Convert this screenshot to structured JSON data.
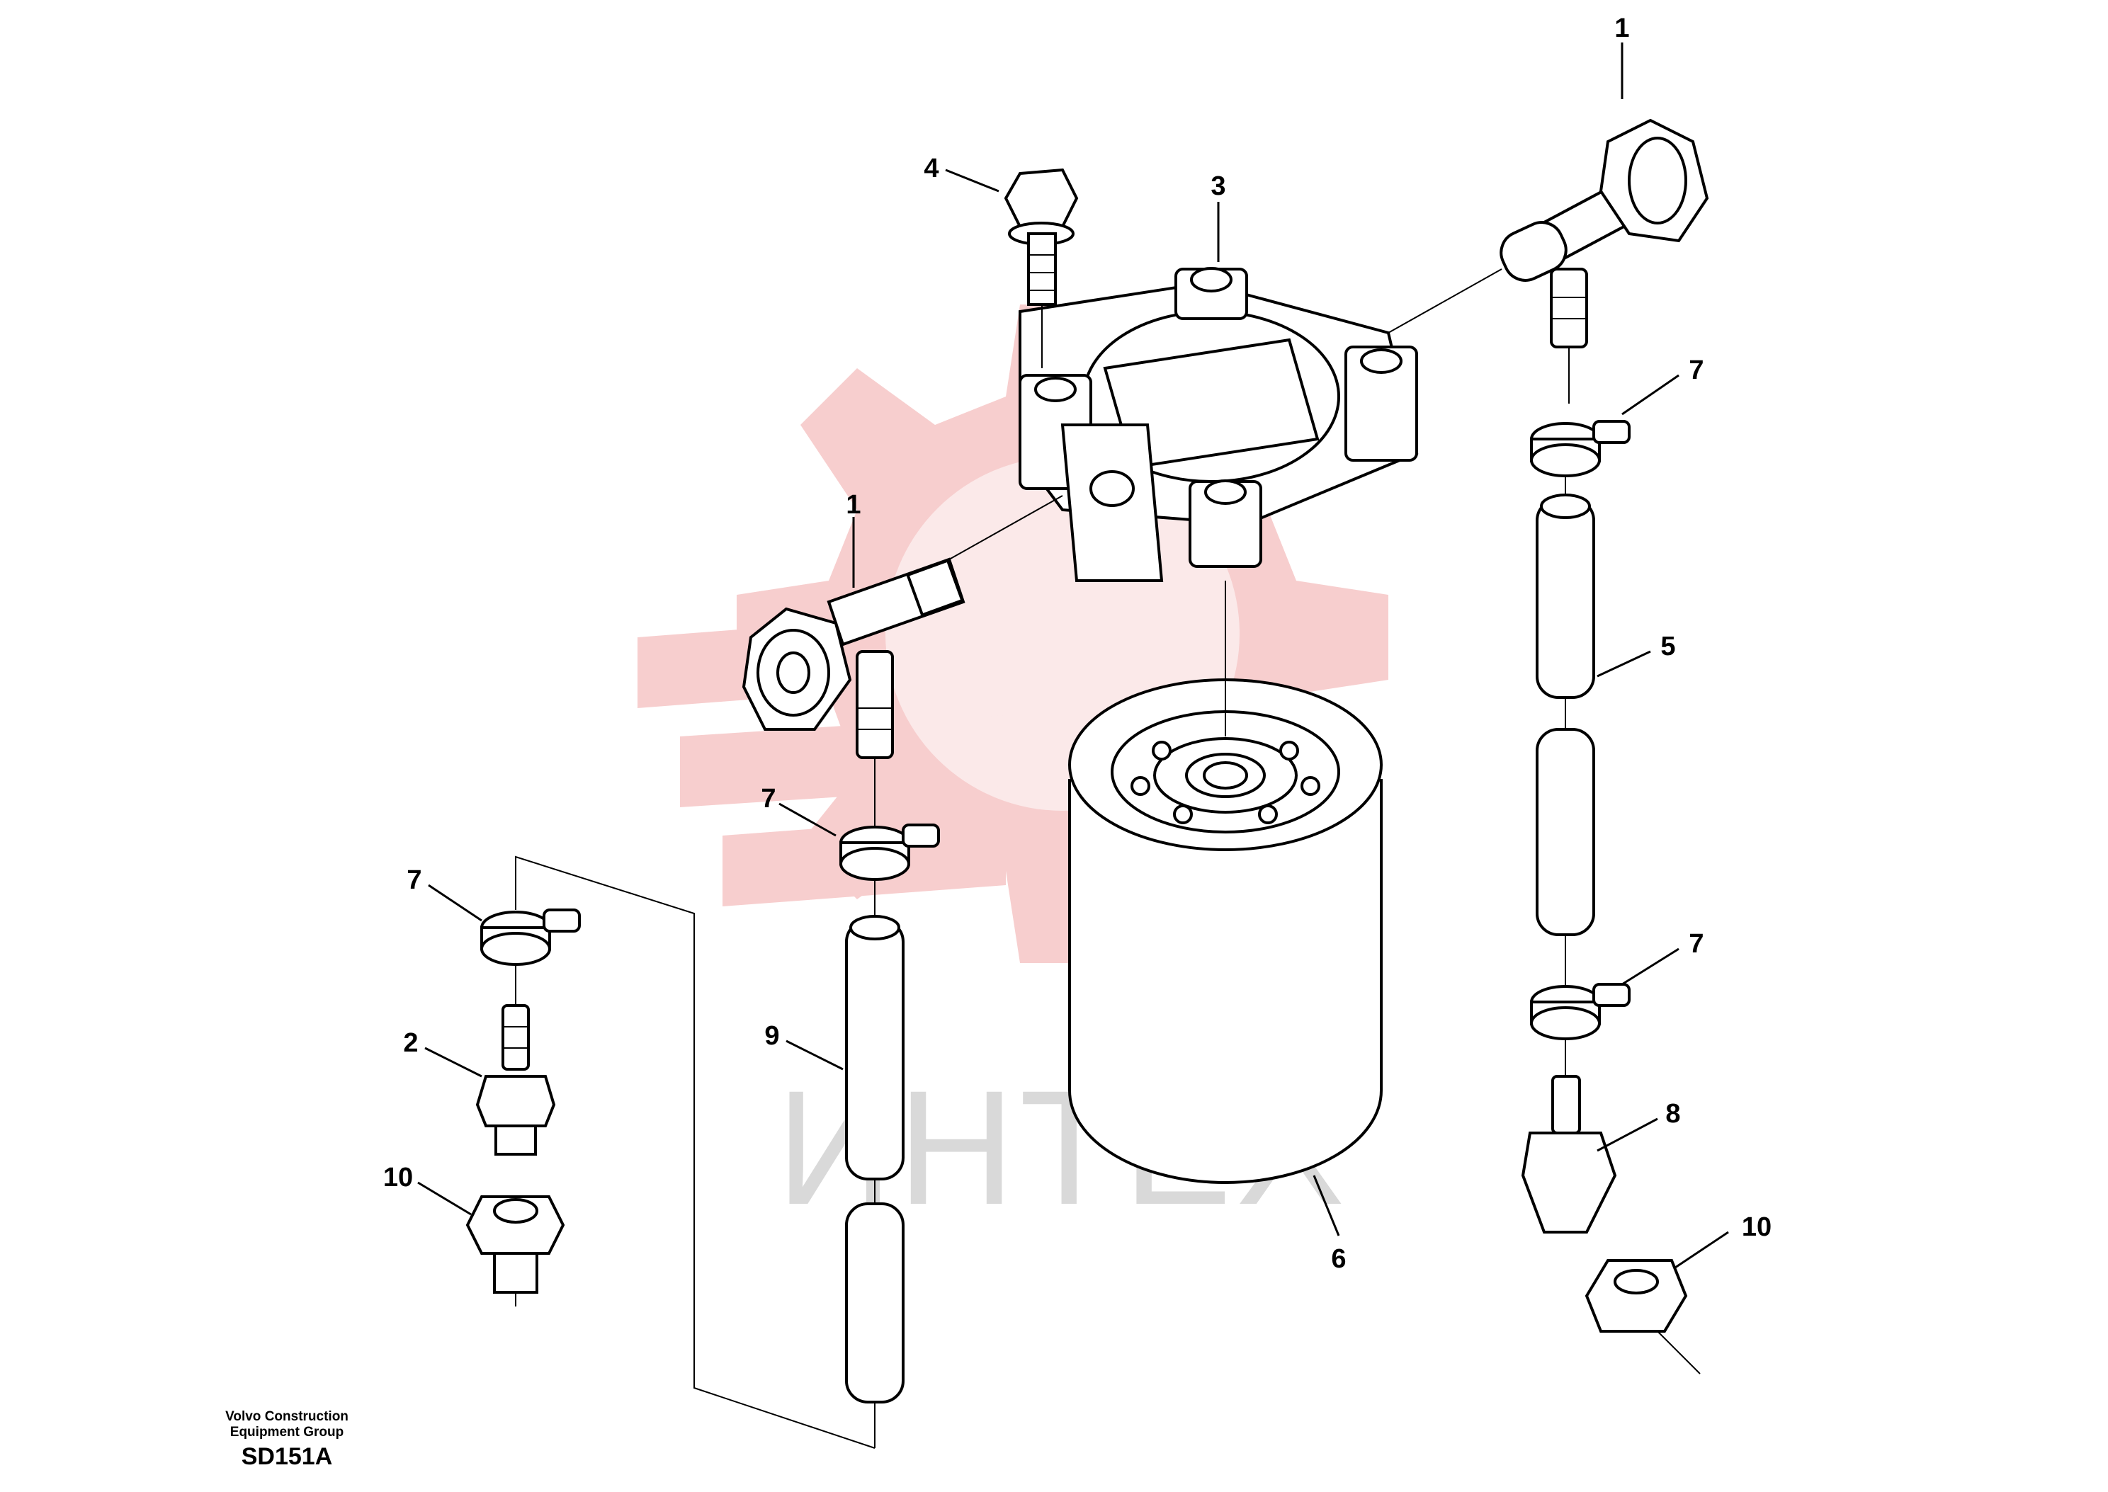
{
  "diagram": {
    "callouts": [
      "1",
      "4",
      "3",
      "7",
      "5",
      "1",
      "7",
      "9",
      "6",
      "7",
      "2",
      "10",
      "7",
      "8",
      "10"
    ],
    "watermark": "ИНТЕХ",
    "credit_line1": "Volvo Construction",
    "credit_line2": "Equipment Group",
    "drawing_code": "SD151A"
  },
  "colors": {
    "watermark_red": "#f6c6c6",
    "watermark_gray": "#d9d9d9",
    "line": "#000000"
  }
}
